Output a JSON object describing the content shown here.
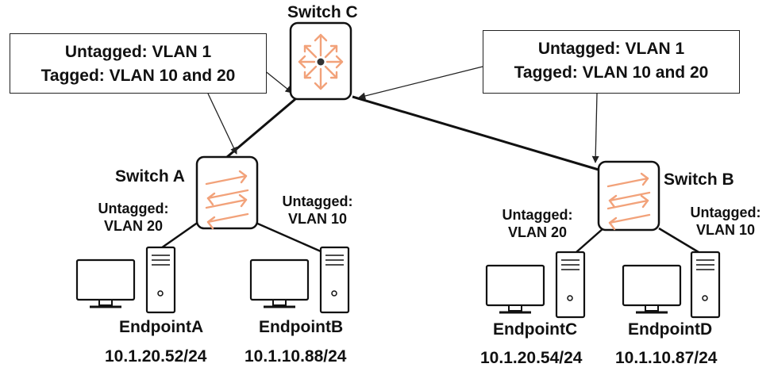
{
  "switches": {
    "c": {
      "title": "Switch C",
      "icon": "router-icon"
    },
    "a": {
      "title": "Switch A",
      "icon": "switch-icon"
    },
    "b": {
      "title": "Switch B",
      "icon": "switch-icon"
    }
  },
  "callouts": {
    "left": {
      "line1": "Untagged: VLAN 1",
      "line2": "Tagged: VLAN 10 and 20"
    },
    "right": {
      "line1": "Untagged: VLAN 1",
      "line2": "Tagged: VLAN 10 and 20"
    }
  },
  "ports": {
    "a_left": {
      "line1": "Untagged:",
      "line2": "VLAN 20"
    },
    "a_right": {
      "line1": "Untagged:",
      "line2": "VLAN 10"
    },
    "b_left": {
      "line1": "Untagged:",
      "line2": "VLAN 20"
    },
    "b_right": {
      "line1": "Untagged:",
      "line2": "VLAN 10"
    }
  },
  "endpoints": [
    {
      "name": "EndpointA",
      "ip": "10.1.20.52/24"
    },
    {
      "name": "EndpointB",
      "ip": "10.1.10.88/24"
    },
    {
      "name": "EndpointC",
      "ip": "10.1.20.54/24"
    },
    {
      "name": "EndpointD",
      "ip": "10.1.10.87/24"
    }
  ],
  "colors": {
    "icon_accent": "#f2a27a",
    "line": "#111111"
  }
}
